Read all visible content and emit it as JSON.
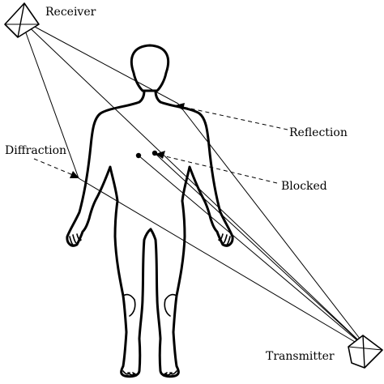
{
  "labels": {
    "receiver": "Receiver",
    "transmitter": "Transmitter",
    "reflection": "Reflection",
    "diffraction": "Diffraction",
    "blocked": "Blocked"
  }
}
